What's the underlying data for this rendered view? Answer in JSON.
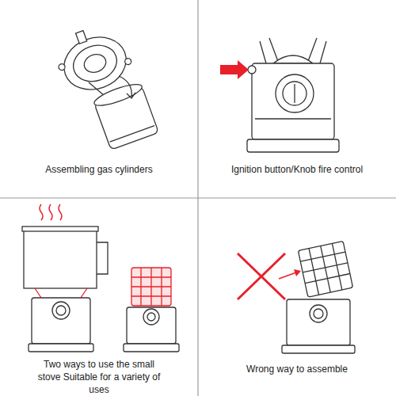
{
  "diagram": {
    "labels": [
      "Assembling gas cylinders",
      "Ignition button/Knob fire control",
      "Two ways to use the small stove Suitable for a variety of uses",
      "Wrong way to assemble"
    ]
  }
}
